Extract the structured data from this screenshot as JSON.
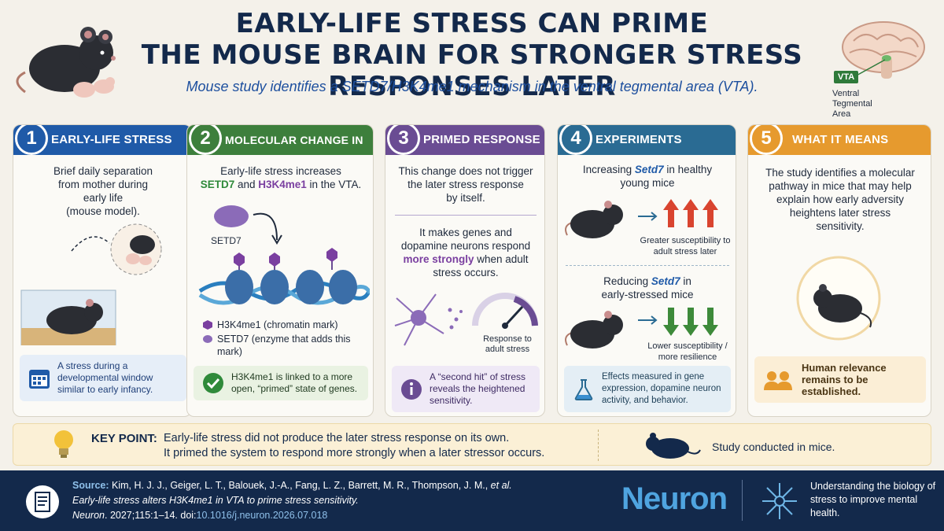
{
  "title": {
    "line1": "EARLY-LIFE STRESS CAN PRIME",
    "line2": "THE MOUSE BRAIN FOR STRONGER STRESS RESPONSES LATER"
  },
  "subtitle": "Mouse study identifies a SETD7/H3K4me1 mechanism in the ventral tegmental area (VTA).",
  "brain": {
    "box": "VTA",
    "label1": "Ventral",
    "label2": "Tegmental",
    "label3": "Area"
  },
  "cards": [
    {
      "num": "1",
      "heading": "EARLY-LIFE STRESS",
      "body": [
        "Brief daily separation",
        "from mother during",
        "early life",
        "(mouse model)."
      ],
      "note": "A stress during a developmental window similar to early infancy."
    },
    {
      "num": "2",
      "heading": "MOLECULAR CHANGE IN VTA",
      "body_line1": "Early-life stress increases",
      "body_setd7": "SETD7",
      "body_and": " and ",
      "body_h3k": "H3K4me1",
      "body_tail": " in the VTA.",
      "enzyme_label": "SETD7",
      "legend1": "H3K4me1 (chromatin mark)",
      "legend2": "SETD7 (enzyme that adds this mark)",
      "note": "H3K4me1 is linked to a more open, “primed” state of genes."
    },
    {
      "num": "3",
      "heading": "PRIMED RESPONSE",
      "body1": [
        "This change does not trigger",
        "the later stress response",
        "by itself."
      ],
      "body2_a": "It makes genes and",
      "body2_b": "dopamine neurons respond",
      "body2_c": "more strongly",
      "body2_d": " when adult",
      "body2_e": "stress occurs.",
      "gauge_label": "Response to adult stress",
      "note": "A “second hit” of stress reveals the heightened sensitivity."
    },
    {
      "num": "4",
      "heading": "EXPERIMENTS",
      "exp1_a": "Increasing ",
      "exp1_gene": "Setd7",
      "exp1_b": " in healthy",
      "exp1_c": "young mice",
      "exp1_result": "Greater susceptibility to adult stress later",
      "exp2_a": "Reducing ",
      "exp2_gene": "Setd7",
      "exp2_b": " in",
      "exp2_c": "early-stressed mice",
      "exp2_result": "Lower susceptibility / more resilience",
      "note": "Effects measured in gene expression, dopamine neuron activity, and behavior."
    },
    {
      "num": "5",
      "heading": "WHAT IT MEANS",
      "body": [
        "The study identifies a molecular",
        "pathway in mice that may help",
        "explain how early adversity",
        "heightens later stress",
        "sensitivity."
      ],
      "note": "Human relevance remains to be established."
    }
  ],
  "keypoint": {
    "label": "KEY POINT:",
    "line1": "Early-life stress did not produce the later stress response on its own.",
    "line2": "It primed the system to respond more strongly when a later stressor occurs.",
    "side": "Study conducted in mice."
  },
  "footer": {
    "src_label": "Source:",
    "authors": " Kim, H. J. J., Geiger, L. T., Balouek, J.-A., Fang, L. Z., Barrett, M. R., Thompson, J. M., ",
    "etal": "et al.",
    "article": "Early-life stress alters H3K4me1 in VTA to prime stress sensitivity.",
    "journal": "Neuron",
    "cite": ". 2027;115:1–14. doi:",
    "doi": "10.1016/j.neuron.2026.07.018",
    "brand": "Neuron",
    "tagline": "Understanding the biology of stress to improve mental health."
  },
  "colors": {
    "navy": "#13294b",
    "blue": "#1f5aa8",
    "green": "#3d7f3c",
    "purple": "#6a4c93",
    "teal": "#2a6b93",
    "orange": "#e69a2e"
  }
}
